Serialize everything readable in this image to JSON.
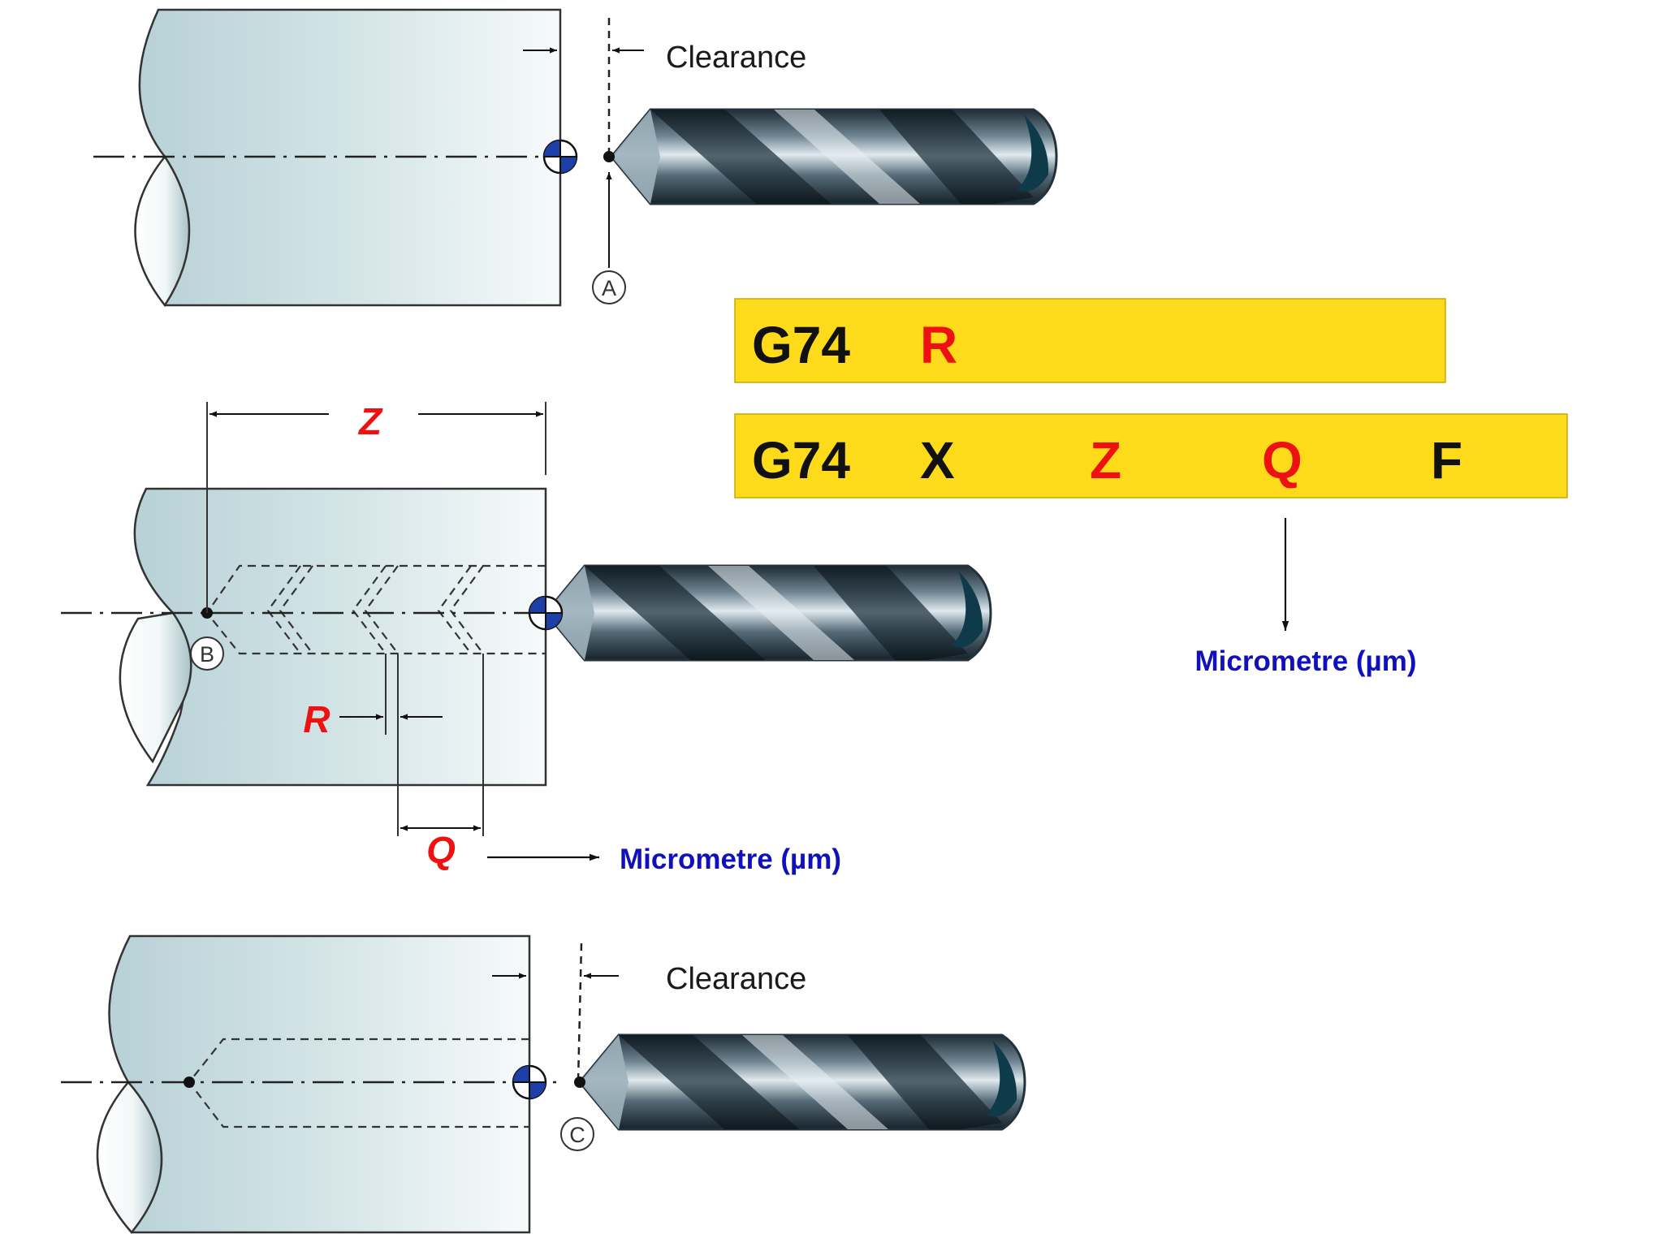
{
  "colors": {
    "accent_red": "#ee1111",
    "unit_blue": "#1111bb",
    "code_black": "#111111",
    "code_box": "#fdda1a",
    "workpiece": "#c2d8dc",
    "drill_dark": "#1c2a34",
    "drill_light": "#cfdde3"
  },
  "labels": {
    "clearance_top": "Clearance",
    "clearance_bottom": "Clearance",
    "point_a": "A",
    "point_b": "B",
    "point_c": "C",
    "dim_z": "Z",
    "dim_r": "R",
    "dim_q": "Q",
    "unit_q": "Micrometre (µm)",
    "unit_code": "Micrometre (µm)"
  },
  "code_line_1": {
    "cmd": "G74",
    "r": "R"
  },
  "code_line_2": {
    "cmd": "G74",
    "x": "X",
    "z": "Z",
    "q": "Q",
    "f": "F"
  },
  "icons": [
    "datum-marker-icon",
    "drill-bit-icon",
    "arrow-icon"
  ]
}
